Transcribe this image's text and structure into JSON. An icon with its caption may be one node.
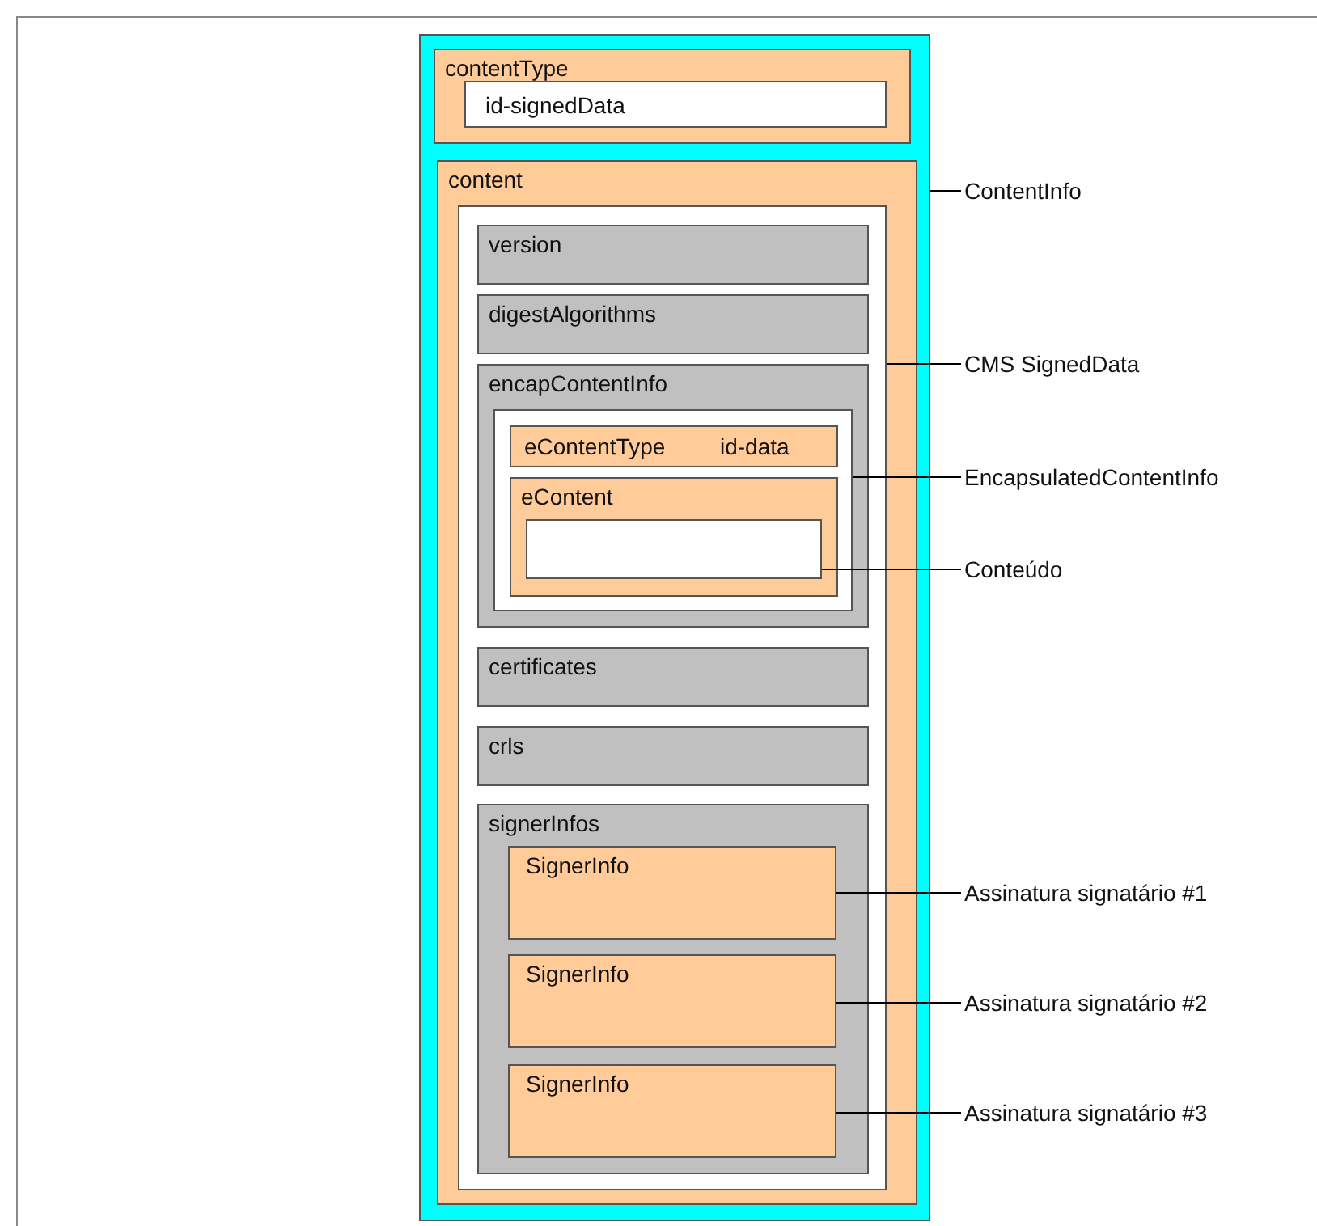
{
  "diagram": {
    "nodes": [
      {
        "text": [],
        "shape": "box"
      },
      {
        "text": [
          "contentType"
        ],
        "in": 0
      },
      {
        "text": [
          "id-signedData"
        ],
        "in": 1
      },
      {
        "text": [
          "content"
        ],
        "in": 0
      },
      {
        "text": [],
        "shape": "box",
        "in": 3
      },
      {
        "text": [
          "version"
        ],
        "in": 4
      },
      {
        "text": [
          "digestAlgorithms"
        ],
        "in": 4
      },
      {
        "text": [
          "encapContentInfo"
        ],
        "in": 4
      },
      {
        "text": [],
        "shape": "box",
        "in": 7
      },
      {
        "text": [
          "eContentType",
          "id-data"
        ],
        "in": 8
      },
      {
        "text": [
          "eContent"
        ],
        "in": 8
      },
      {
        "text": [],
        "shape": "box",
        "in": 10
      },
      {
        "text": [
          "certificates"
        ],
        "in": 4
      },
      {
        "text": [
          "crls"
        ],
        "in": 4
      },
      {
        "text": [
          "signerInfos"
        ],
        "in": 4
      },
      {
        "text": [
          "SignerInfo"
        ],
        "in": 14
      },
      {
        "text": [
          "SignerInfo"
        ],
        "in": 14
      },
      {
        "text": [
          "SignerInfo"
        ],
        "in": 14
      },
      {
        "text": [
          "ContentInfo"
        ]
      },
      {
        "text": [
          "CMS SignedData"
        ]
      },
      {
        "text": [
          "EncapsulatedContentInfo"
        ]
      },
      {
        "text": [
          "Conteúdo"
        ]
      },
      {
        "text": [
          "Assinatura signatário #1"
        ]
      },
      {
        "text": [
          "Assinatura signatário #2"
        ]
      },
      {
        "text": [
          "Assinatura signatário #3"
        ]
      }
    ],
    "edges": [
      {
        "from": 18,
        "to": 0,
        "arrow": "none"
      },
      {
        "from": 19,
        "to": 4,
        "arrow": "none"
      },
      {
        "from": 20,
        "to": 8,
        "arrow": "none"
      },
      {
        "from": 21,
        "to": 11,
        "arrow": "none"
      },
      {
        "from": 22,
        "to": 15,
        "arrow": "none"
      },
      {
        "from": 23,
        "to": 16,
        "arrow": "none"
      },
      {
        "from": 24,
        "to": 17,
        "arrow": "none"
      }
    ]
  }
}
